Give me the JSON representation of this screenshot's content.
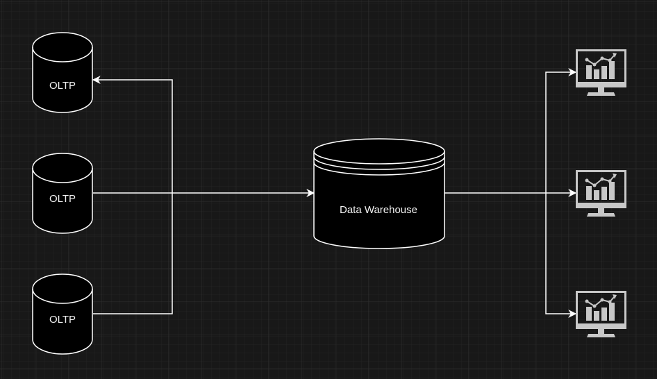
{
  "diagram": {
    "sources": [
      {
        "label": "OLTP"
      },
      {
        "label": "OLTP"
      },
      {
        "label": "OLTP"
      }
    ],
    "warehouse": {
      "label": "Data Warehouse"
    },
    "dashboards": [
      {
        "icon": "analytics-monitor-icon"
      },
      {
        "icon": "analytics-monitor-icon"
      },
      {
        "icon": "analytics-monitor-icon"
      }
    ]
  },
  "colors": {
    "background": "#181818",
    "grid_minor": "#232323",
    "grid_major": "#2d2d2d",
    "shape_fill": "#000000",
    "stroke": "#ffffff",
    "icon": "#c8c8c8"
  }
}
